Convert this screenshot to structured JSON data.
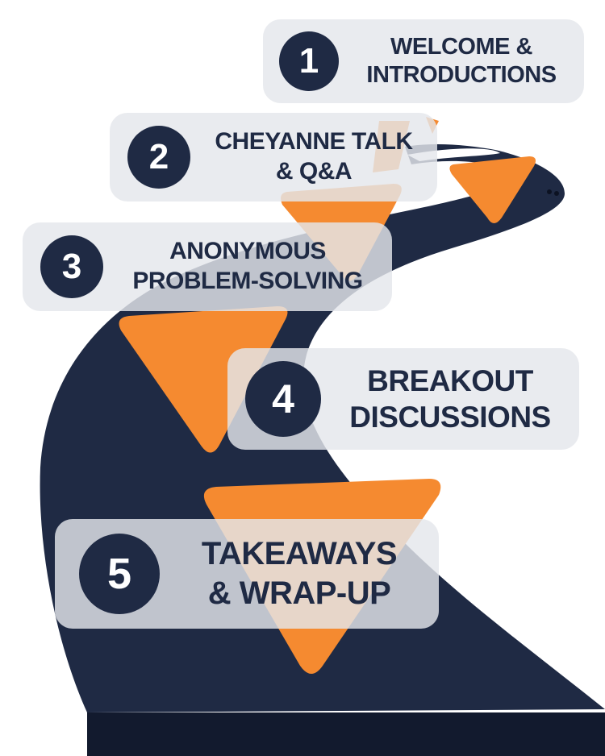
{
  "colors": {
    "road": "#1f2a44",
    "marker": "#f58a30",
    "card": "#e4e6ec",
    "text": "#1f2a44"
  },
  "steps": [
    {
      "number": "1",
      "line1": "WELCOME &",
      "line2": "INTRODUCTIONS"
    },
    {
      "number": "2",
      "line1": "CHEYANNE TALK",
      "line2": "& Q&A"
    },
    {
      "number": "3",
      "line1": "ANONYMOUS",
      "line2": "PROBLEM-SOLVING"
    },
    {
      "number": "4",
      "line1": "BREAKOUT",
      "line2": "DISCUSSIONS"
    },
    {
      "number": "5",
      "line1": "TAKEAWAYS",
      "line2": "& WRAP-UP"
    }
  ]
}
